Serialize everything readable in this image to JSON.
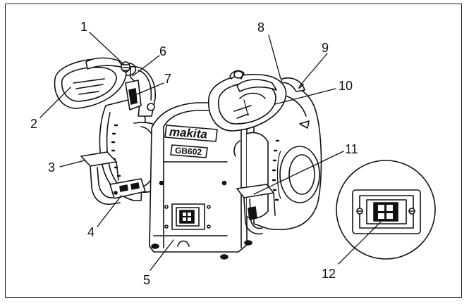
{
  "diagram": {
    "brand_text": "makita",
    "model_text": "GB602",
    "callouts": [
      "1",
      "2",
      "3",
      "4",
      "5",
      "6",
      "7",
      "8",
      "9",
      "10",
      "11",
      "12"
    ]
  }
}
